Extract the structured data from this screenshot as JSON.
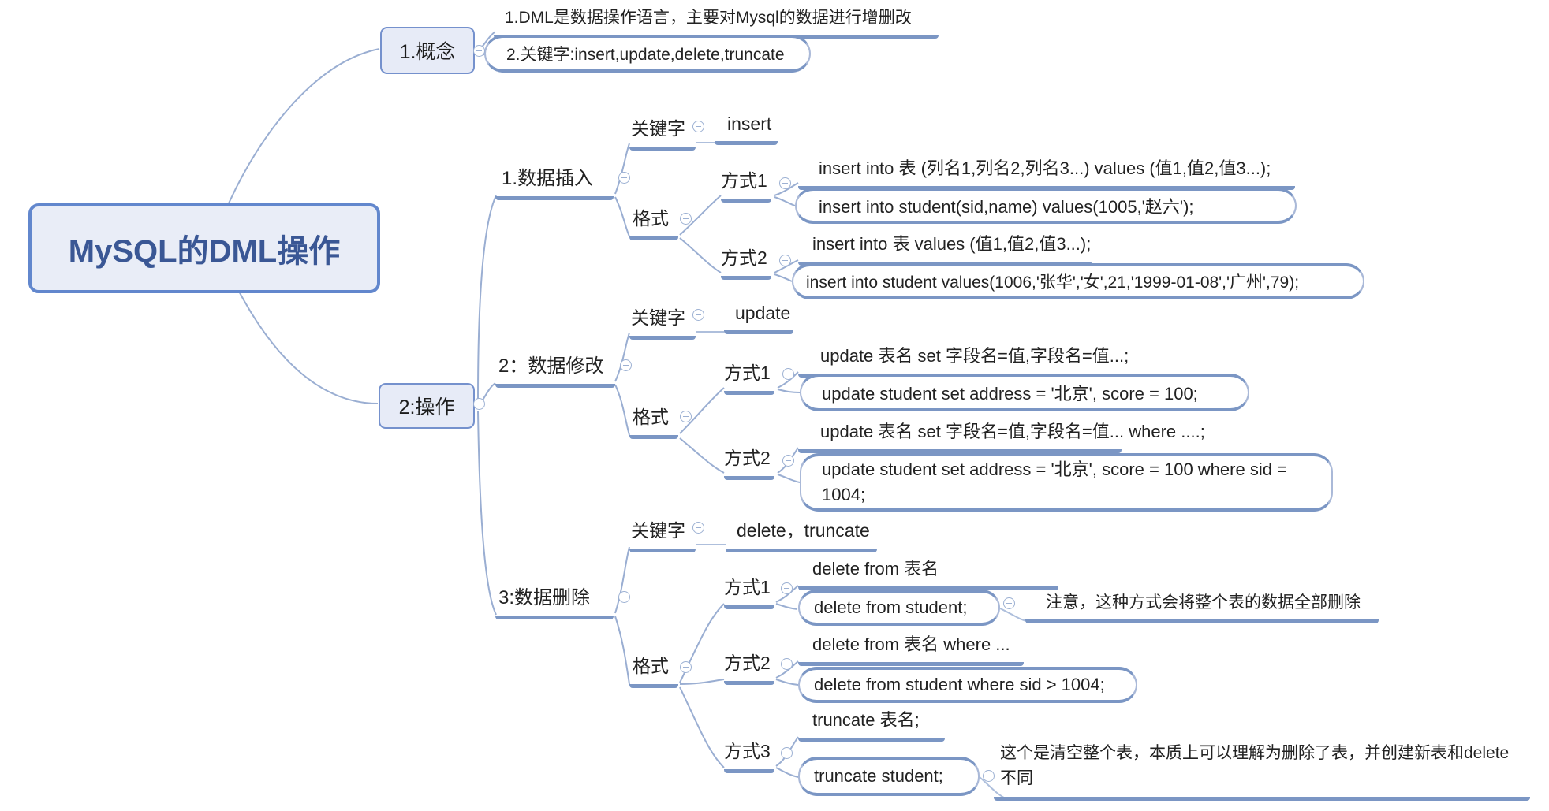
{
  "colors": {
    "accent_border": "#6287cd",
    "node_fill": "#e9edf7",
    "underline": "#7b96c4",
    "connector": "#9aaed2",
    "root_text": "#3a5795"
  },
  "root": {
    "title": "MySQL的DML操作"
  },
  "concept": {
    "label": "1.概念",
    "notes": [
      "1.DML是数据操作语言，主要对Mysql的数据进行增删改",
      "2.关键字:insert,update,delete,truncate"
    ]
  },
  "operation": {
    "label": "2:操作",
    "insert": {
      "label": "1.数据插入",
      "keyword_label": "关键字",
      "keyword": "insert",
      "format_label": "格式",
      "method1": {
        "label": "方式1",
        "syntax": "insert into 表 (列名1,列名2,列名3...) values (值1,值2,值3...);",
        "example": "insert into student(sid,name) values(1005,'赵六');"
      },
      "method2": {
        "label": "方式2",
        "syntax": "insert into 表 values (值1,值2,值3...);",
        "example": "insert into student values(1006,'张华','女',21,'1999-01-08','广州',79);"
      }
    },
    "update": {
      "label": "2：数据修改",
      "keyword_label": "关键字",
      "keyword": "update",
      "format_label": "格式",
      "method1": {
        "label": "方式1",
        "syntax": "update 表名 set 字段名=值,字段名=值...;",
        "example": "update student set address = '北京', score = 100;"
      },
      "method2": {
        "label": "方式2",
        "syntax": "update 表名 set 字段名=值,字段名=值... where ....;",
        "example": "update student set address = '北京', score = 100 where sid = 1004;"
      }
    },
    "delete": {
      "label": "3:数据删除",
      "keyword_label": "关键字",
      "keyword": "delete，truncate",
      "format_label": "格式",
      "method1": {
        "label": "方式1",
        "syntax": "delete from 表名",
        "example": "delete from student;",
        "note": "注意，这种方式会将整个表的数据全部删除"
      },
      "method2": {
        "label": "方式2",
        "syntax": "delete from 表名 where ...",
        "example": "delete from student where sid > 1004;"
      },
      "method3": {
        "label": "方式3",
        "syntax": "truncate  表名;",
        "example": "truncate student;",
        "note": "这个是清空整个表，本质上可以理解为删除了表，并创建新表和delete 不同"
      }
    }
  }
}
